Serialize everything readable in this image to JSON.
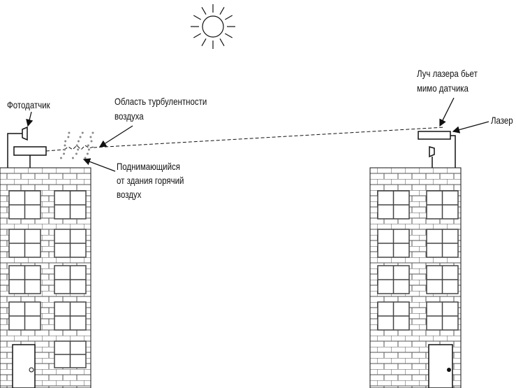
{
  "labels": {
    "photodetector": "Фотодатчик",
    "turbulence_line1": "Область турбулентности",
    "turbulence_line2": "воздуха",
    "hot_air_line1": "Поднимающийся",
    "hot_air_line2": "от здания горячий",
    "hot_air_line3": "воздух",
    "miss_line1": "Луч лазера бьет",
    "miss_line2": "мимо датчика",
    "laser": "Лазер"
  },
  "colors": {
    "line": "#111111",
    "brick": "#555555",
    "turbulence": "#888888"
  }
}
